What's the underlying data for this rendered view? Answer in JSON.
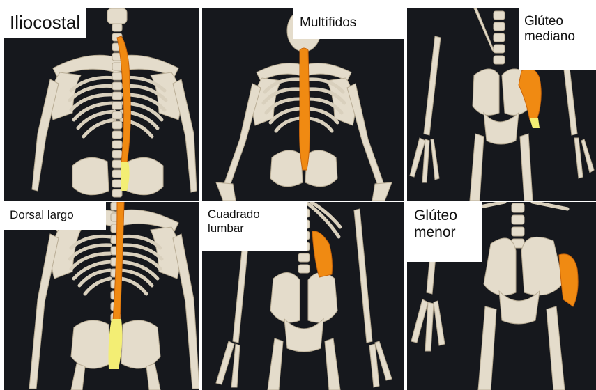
{
  "colors": {
    "background": "#16181d",
    "bone": "#e4dccb",
    "bone_shadow": "#b9ad95",
    "muscle": "#f08a12",
    "muscle_dark": "#c9650a",
    "tendon": "#f3ee74"
  },
  "panels": [
    {
      "id": "iliocostal",
      "label": "Iliocostal"
    },
    {
      "id": "multifidos",
      "label": "Multífidos"
    },
    {
      "id": "gluteo-mediano",
      "label_lines": [
        "Glúteo",
        "mediano"
      ]
    },
    {
      "id": "dorsal-largo",
      "label": "Dorsal largo"
    },
    {
      "id": "cuadrado-lumbar",
      "label_lines": [
        "Cuadrado",
        "lumbar"
      ]
    },
    {
      "id": "gluteo-menor",
      "label_lines": [
        "Glúteo",
        "menor"
      ]
    }
  ]
}
